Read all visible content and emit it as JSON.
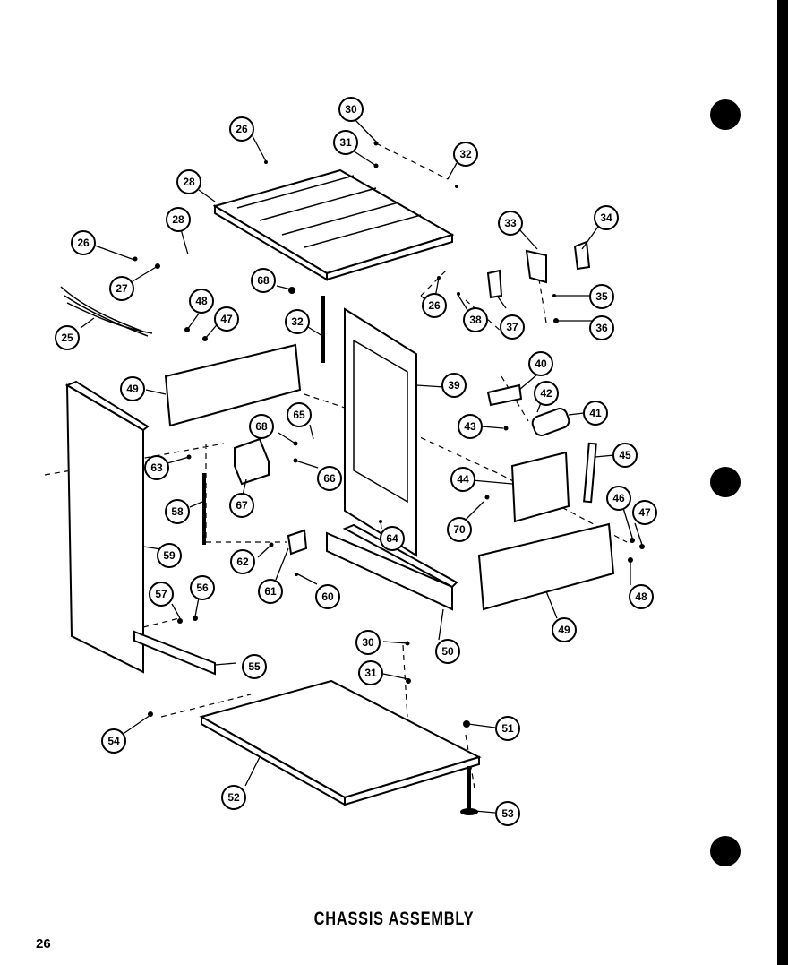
{
  "title": "CHASSIS ASSEMBLY",
  "page_number": "26",
  "callouts": [
    "30",
    "26",
    "31",
    "32",
    "28",
    "28",
    "33",
    "34",
    "26",
    "27",
    "25",
    "68",
    "26",
    "48",
    "47",
    "32",
    "35",
    "38",
    "37",
    "36",
    "40",
    "49",
    "39",
    "42",
    "41",
    "43",
    "68",
    "65",
    "45",
    "63",
    "44",
    "66",
    "67",
    "58",
    "70",
    "46",
    "47",
    "59",
    "64",
    "62",
    "61",
    "60",
    "48",
    "57",
    "56",
    "49",
    "50",
    "55",
    "30",
    "31",
    "51",
    "54",
    "52",
    "53"
  ]
}
